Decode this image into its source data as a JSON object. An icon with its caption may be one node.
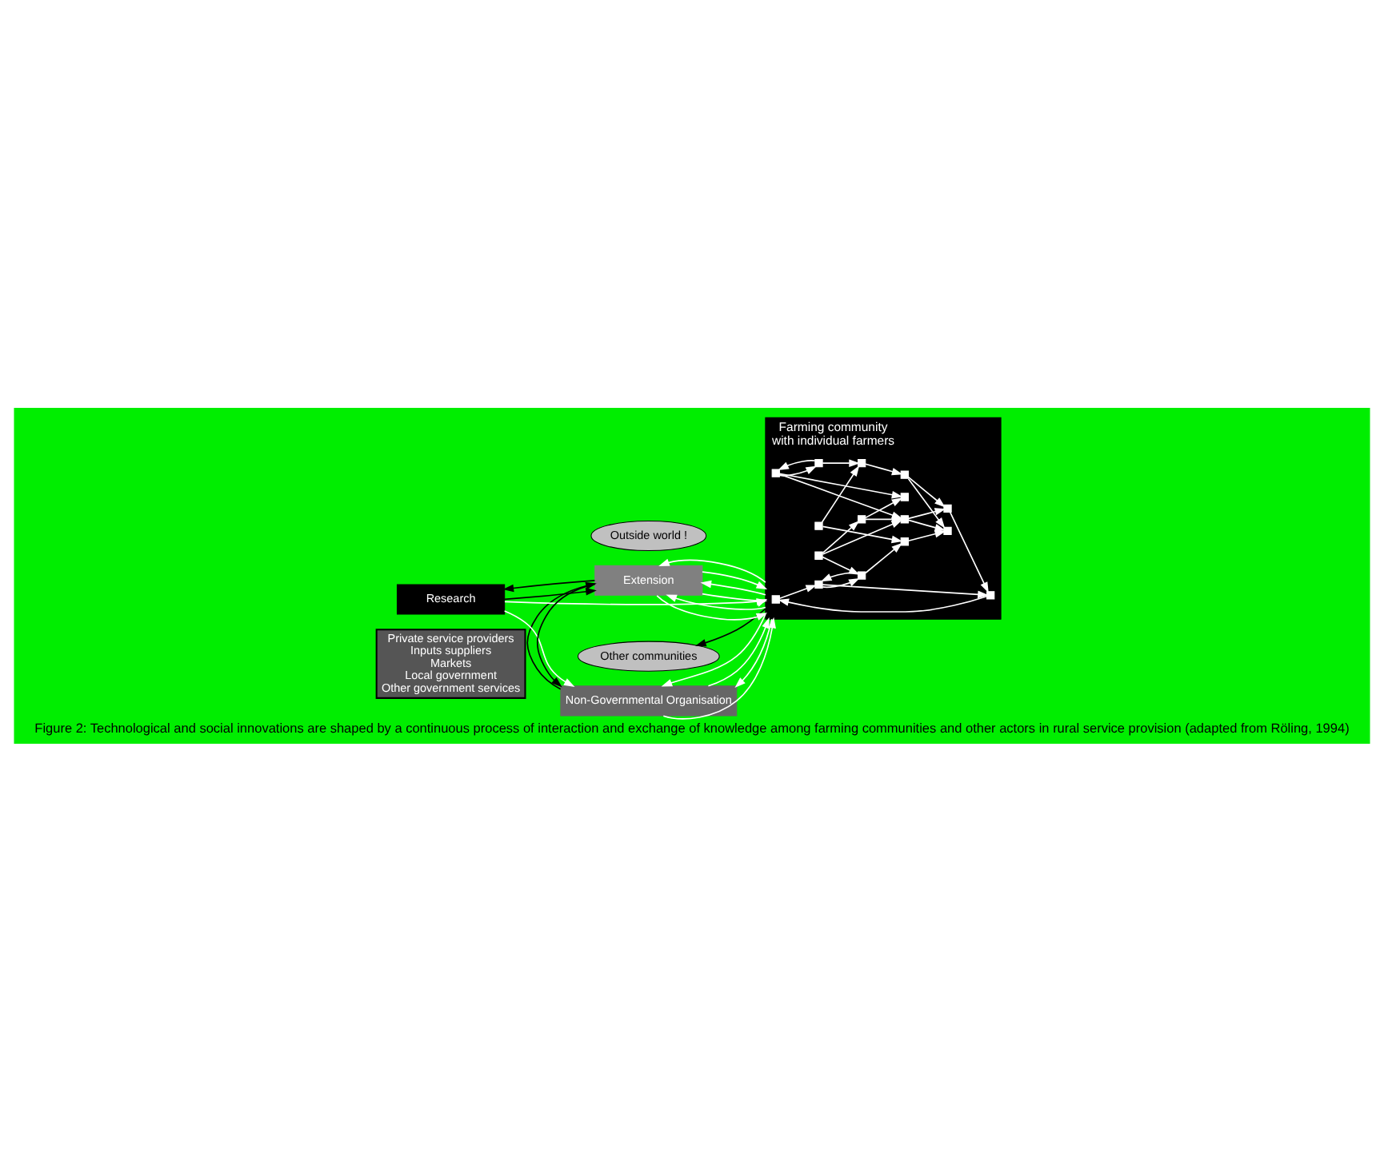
{
  "diagram": {
    "caption": "Figure 2: Technological and social innovations are shaped by a continuous process of interaction and exchange of knowledge among farming communities and other actors in rural service provision (adapted from Röling, 1994)",
    "nodes": [
      {
        "text": [
          "Private service providers",
          "Inputs suppliers",
          "Markets",
          "Local government",
          "Other government services"
        ]
      },
      {
        "text": [
          "Other communities"
        ]
      },
      {
        "text": [
          "Outside world !"
        ]
      },
      {
        "text": [
          "Non-Governmental Organisation"
        ]
      },
      {
        "text": [
          "Farming community",
          "with individual farmers"
        ]
      },
      {
        "text": [],
        "shape": "box",
        "in": 4
      },
      {
        "text": [],
        "shape": "box",
        "in": 4
      },
      {
        "text": [],
        "shape": "box",
        "in": 4
      },
      {
        "text": [],
        "shape": "box",
        "in": 4
      },
      {
        "text": [],
        "shape": "box",
        "in": 4
      },
      {
        "text": [],
        "shape": "box",
        "in": 4
      },
      {
        "text": [],
        "shape": "box",
        "in": 4
      },
      {
        "text": [],
        "shape": "box",
        "in": 4
      },
      {
        "text": [],
        "shape": "box",
        "in": 4
      },
      {
        "text": [],
        "shape": "box",
        "in": 4
      },
      {
        "text": [],
        "shape": "box",
        "in": 4
      },
      {
        "text": [],
        "shape": "box",
        "in": 4
      },
      {
        "text": [],
        "shape": "box",
        "in": 4
      },
      {
        "text": [],
        "shape": "box",
        "in": 4
      },
      {
        "text": [],
        "shape": "box",
        "in": 4
      },
      {
        "text": [],
        "shape": "box",
        "in": 4
      },
      {
        "text": [
          "Research"
        ]
      },
      {
        "text": [
          "Extension"
        ]
      }
    ],
    "edges": [
      {
        "from": 4,
        "to": 1,
        "arrow": "to",
        "color": "#000000"
      },
      {
        "from": 3,
        "to": 4,
        "arrow": "to"
      },
      {
        "from": 4,
        "to": 3,
        "arrow": "to"
      },
      {
        "from": 3,
        "to": 4,
        "arrow": "to"
      },
      {
        "from": 4,
        "to": 3,
        "arrow": "to"
      },
      {
        "from": 22,
        "to": 3,
        "arrow": "to",
        "color": "#000000"
      },
      {
        "from": 3,
        "to": 22,
        "arrow": "to",
        "color": "#000000"
      },
      {
        "from": 21,
        "to": 3,
        "arrow": "to"
      },
      {
        "from": 21,
        "to": 22,
        "arrow": "to",
        "color": "#000000"
      },
      {
        "from": 22,
        "to": 21,
        "arrow": "to",
        "color": "#000000"
      },
      {
        "from": 22,
        "to": 4,
        "arrow": "to"
      },
      {
        "from": 4,
        "to": 22,
        "arrow": "to"
      },
      {
        "from": 22,
        "to": 4,
        "arrow": "to"
      },
      {
        "from": 4,
        "to": 22,
        "arrow": "to"
      },
      {
        "from": 22,
        "to": 4,
        "arrow": "to"
      },
      {
        "from": 4,
        "to": 22,
        "arrow": "to"
      },
      {
        "from": 21,
        "to": 4,
        "arrow": "to"
      },
      {
        "from": 8,
        "to": 6,
        "arrow": "to"
      },
      {
        "from": 6,
        "to": 7,
        "arrow": "to"
      },
      {
        "from": 7,
        "to": 5,
        "arrow": "to"
      },
      {
        "from": 5,
        "to": 10,
        "arrow": "to"
      },
      {
        "from": 10,
        "to": 7,
        "arrow": "to"
      },
      {
        "from": 10,
        "to": 13,
        "arrow": "to"
      },
      {
        "from": 13,
        "to": 10,
        "arrow": "to"
      },
      {
        "from": 13,
        "to": 11,
        "arrow": "to"
      },
      {
        "from": 11,
        "to": 9,
        "arrow": "to"
      },
      {
        "from": 8,
        "to": 9,
        "arrow": "to"
      },
      {
        "from": 12,
        "to": 8,
        "arrow": "to"
      },
      {
        "from": 14,
        "to": 11,
        "arrow": "to"
      },
      {
        "from": 14,
        "to": 12,
        "arrow": "to"
      },
      {
        "from": 15,
        "to": 13,
        "arrow": "to"
      },
      {
        "from": 15,
        "to": 16,
        "arrow": "to"
      },
      {
        "from": 16,
        "to": 6,
        "arrow": "to"
      },
      {
        "from": 16,
        "to": 9,
        "arrow": "to"
      },
      {
        "from": 15,
        "to": 19,
        "arrow": "to"
      },
      {
        "from": 19,
        "to": 16,
        "arrow": "to"
      },
      {
        "from": 19,
        "to": 20,
        "arrow": "to"
      },
      {
        "from": 17,
        "to": 20,
        "arrow": "to"
      },
      {
        "from": 17,
        "to": 16,
        "arrow": "to"
      },
      {
        "from": 18,
        "to": 17,
        "arrow": "to"
      },
      {
        "from": 17,
        "to": 18,
        "arrow": "to"
      },
      {
        "from": 18,
        "to": 12,
        "arrow": "to"
      }
    ]
  }
}
